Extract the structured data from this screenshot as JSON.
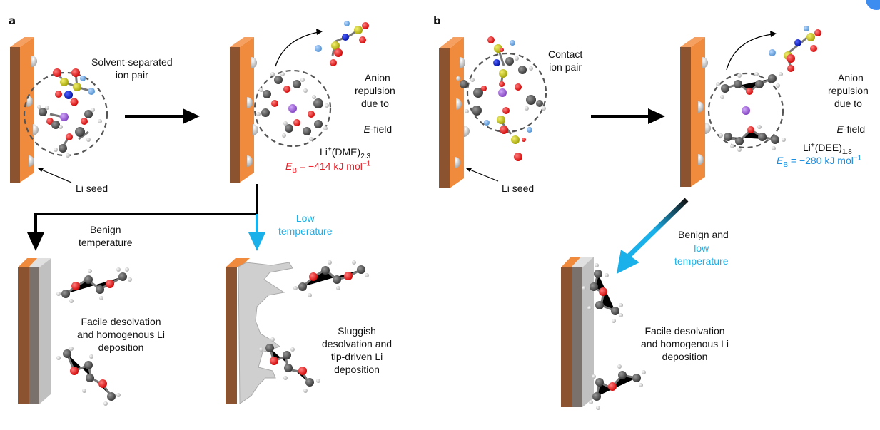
{
  "panels": {
    "a": {
      "letter": "a",
      "initial_state_label": "Solvent-separated\nion pair",
      "li_seed_label": "Li seed",
      "anion_label": "Anion\nrepulsion\ndue to",
      "efield_italic": "E",
      "efield_rest": "-field",
      "solvation_species": "Li",
      "solvation_sup": "+",
      "solvation_solvent": "(DME)",
      "solvation_sub": "2.3",
      "binding_energy": {
        "symbol": "E",
        "symbol_sub": "B",
        "value": " = −414 kJ mol",
        "unit_sup": "−1",
        "color": "#ee1c25"
      },
      "branch_benign_label": "Benign\ntemperature",
      "branch_low_label": "Low\ntemperature",
      "benign_outcome": "Facile desolvation\nand homogenous Li\ndeposition",
      "low_outcome": "Sluggish\ndesolvation and\ntip-driven Li\ndeposition"
    },
    "b": {
      "letter": "b",
      "initial_state_label": "Contact\nion pair",
      "li_seed_label": "Li seed",
      "anion_label": "Anion\nrepulsion\ndue to",
      "efield_italic": "E",
      "efield_rest": "-field",
      "solvation_species": "Li",
      "solvation_sup": "+",
      "solvation_solvent": "(DEE)",
      "solvation_sub": "1.8",
      "binding_energy": {
        "symbol": "E",
        "symbol_sub": "B",
        "value": " = −280 kJ mol",
        "unit_sup": "−1",
        "color": "#1a8fe0"
      },
      "branch_label_black": "Benign and",
      "branch_label_blue": "low\ntemperature",
      "outcome": "Facile desolvation\nand homogenous Li\ndeposition"
    }
  },
  "colors": {
    "electrode_front": "#f08a3c",
    "electrode_side": "#8b5330",
    "lithium_layer": "#c8c8c8",
    "oxygen": "#e01010",
    "carbon": "#444444",
    "hydrogen": "#dddddd",
    "sulfur": "#c8c020",
    "nitrogen": "#1020d0",
    "fluorine": "#70a8e8",
    "lithium_ion": "#9b5fd0",
    "low_temp_arrow": "#1ab0ea"
  }
}
